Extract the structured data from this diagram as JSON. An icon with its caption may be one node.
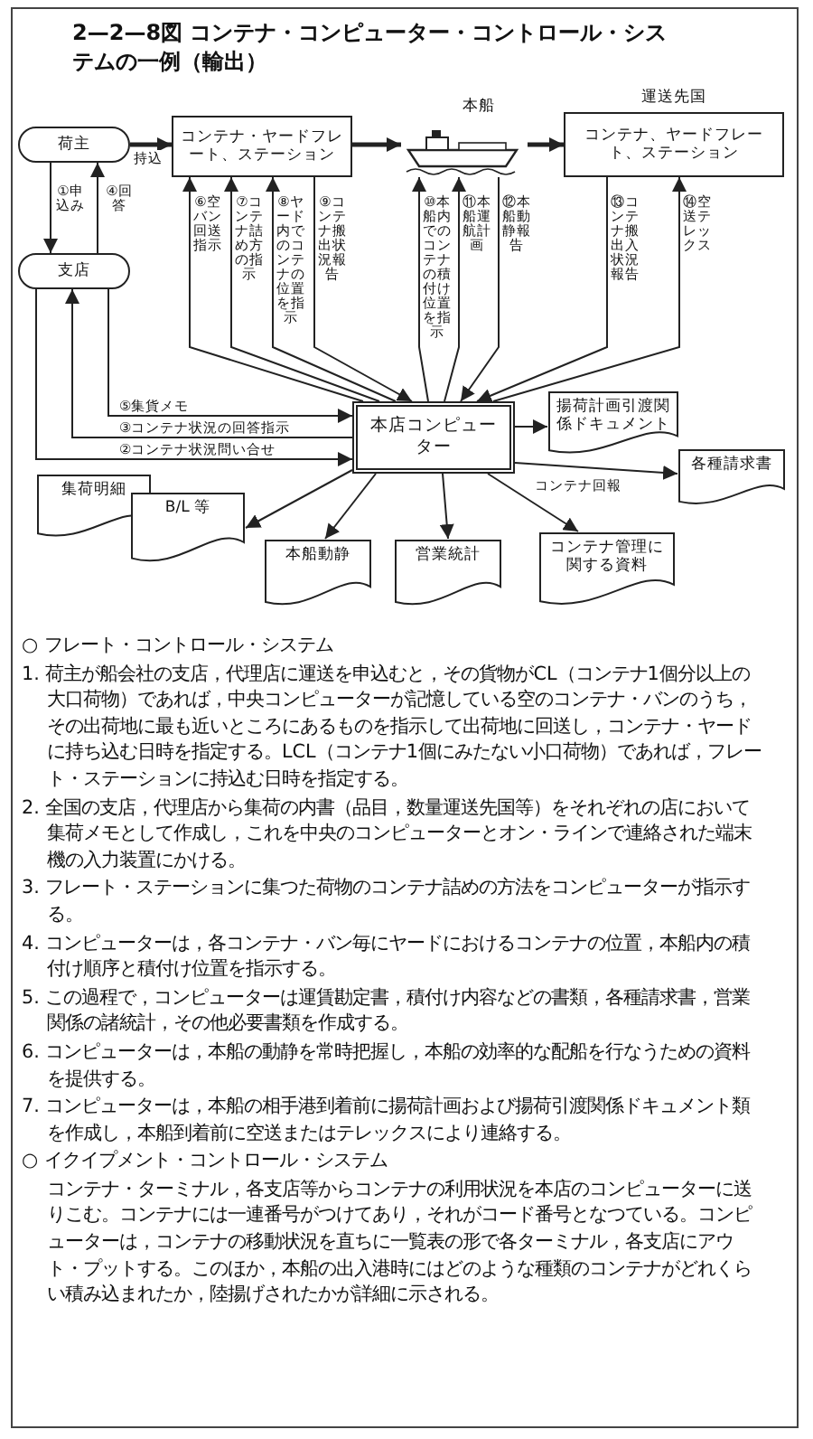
{
  "diagram": {
    "title": "2—2—8図 コンテナ・コンピューター・コントロール・システムの一例（輸出）",
    "nodes": [
      {
        "text": [
          "荷主"
        ]
      },
      {
        "text": [
          "コンテナ・ヤードフレート、ステーション"
        ]
      },
      {
        "text": [
          "本船"
        ]
      },
      {
        "text": [
          "運送先国",
          "コンテナ、ヤードフレート、ステーション"
        ]
      },
      {
        "text": [
          "支店"
        ]
      },
      {
        "text": [
          "揚荷計画引渡関係ドキュメント"
        ]
      },
      {
        "text": [
          "本店コンピューター"
        ]
      },
      {
        "text": [
          "集荷明細"
        ]
      },
      {
        "text": [
          "B/L 等"
        ]
      },
      {
        "text": [
          "各種請求書"
        ]
      },
      {
        "text": [
          "本船動静"
        ]
      },
      {
        "text": [
          "営業統計"
        ]
      },
      {
        "text": [
          "コンテナ管理に関する資料"
        ]
      }
    ],
    "edges": [
      {
        "from": 0,
        "to": 4,
        "arrow": "to",
        "label": "①申込み"
      },
      {
        "from": 4,
        "to": 0,
        "arrow": "to",
        "label": "④回答"
      },
      {
        "from": 0,
        "to": 1,
        "arrow": "to",
        "label": "持込",
        "style": "thick"
      },
      {
        "from": 1,
        "to": 2,
        "arrow": "to",
        "style": "thick"
      },
      {
        "from": 2,
        "to": 3,
        "arrow": "to",
        "style": "thick"
      },
      {
        "from": 4,
        "to": 6,
        "arrow": "to",
        "label": "②コンテナ状況問い合せ"
      },
      {
        "from": 6,
        "to": 4,
        "arrow": "to",
        "label": "③コンテナ状況の回答指示"
      },
      {
        "from": 4,
        "to": 6,
        "arrow": "to",
        "label": "⑤集貨メモ"
      },
      {
        "from": 6,
        "to": 1,
        "arrow": "to",
        "label": "⑥空バン回送指示"
      },
      {
        "from": 6,
        "to": 1,
        "arrow": "to",
        "label": "⑦コンテナ詰め方の指示"
      },
      {
        "from": 6,
        "to": 1,
        "arrow": "to",
        "label": "⑧ヤード内でのコンテナの位置を指示"
      },
      {
        "from": 1,
        "to": 6,
        "arrow": "to",
        "label": "⑨コンテナ搬出状況報告"
      },
      {
        "from": 6,
        "to": 2,
        "arrow": "to",
        "label": "⑩本船内でのコンテナの積付け位置を指示"
      },
      {
        "from": 6,
        "to": 2,
        "arrow": "to",
        "label": "⑪本船運航計画"
      },
      {
        "from": 2,
        "to": 6,
        "arrow": "to",
        "label": "⑫本船動静報告"
      },
      {
        "from": 3,
        "to": 6,
        "arrow": "to",
        "label": "⑬コンテナ搬出入状況報告"
      },
      {
        "from": 6,
        "to": 3,
        "arrow": "to",
        "label": "⑭空送テレックス"
      },
      {
        "from": 6,
        "to": 5,
        "arrow": "to"
      },
      {
        "from": 6,
        "to": 9,
        "arrow": "to"
      },
      {
        "from": 6,
        "to": 8,
        "arrow": "to"
      },
      {
        "from": 6,
        "to": 10,
        "arrow": "to"
      },
      {
        "from": 6,
        "to": 11,
        "arrow": "to"
      },
      {
        "from": 6,
        "to": 12,
        "arrow": "to",
        "label": "コンテナ回報"
      }
    ],
    "labels": [
      "○ フレート・コントロール・システム",
      "1. 荷主が船会社の支店，代理店に運送を申込むと，その貨物がCL（コンテナ1個分以上の大口荷物）であれば，中央コンピューターが記憶している空のコンテナ・バンのうち，その出荷地に最も近いところにあるものを指示して出荷地に回送し，コンテナ・ヤードに持ち込む日時を指定する。LCL（コンテナ1個にみたない小口荷物）であれば，フレート・ステーションに持込む日時を指定する。",
      "2. 全国の支店，代理店から集荷の内書（品目，数量運送先国等）をそれぞれの店において集荷メモとして作成し，これを中央のコンピューターとオン・ラインで連絡された端末機の入力装置にかける。",
      "3. フレート・ステーションに集つた荷物のコンテナ詰めの方法をコンピューターが指示する。",
      "4. コンピューターは，各コンテナ・バン毎にヤードにおけるコンテナの位置，本船内の積付け順序と積付け位置を指示する。",
      "5. この過程で，コンピューターは運賃勘定書，積付け内容などの書類，各種請求書，営業関係の諸統計，その他必要書類を作成する。",
      "6. コンピューターは，本船の動静を常時把握し，本船の効率的な配船を行なうための資料を提供する。",
      "7. コンピューターは，本船の相手港到着前に揚荷計画および揚荷引渡関係ドキュメント類を作成し，本船到着前に空送またはテレックスにより連絡する。",
      "○ イクイプメント・コントロール・システム",
      "コンテナ・ターミナル，各支店等からコンテナの利用状況を本店のコンピューターに送りこむ。コンテナには一連番号がつけてあり，それがコード番号となつている。コンピューターは，コンテナの移動状況を直ちに一覧表の形で各ターミナル，各支店にアウト・プットする。このほか，本船の出入港時にはどのような種類のコンテナがどれくらい積み込まれたか，陸揚げされたかが詳細に示される。"
    ]
  }
}
